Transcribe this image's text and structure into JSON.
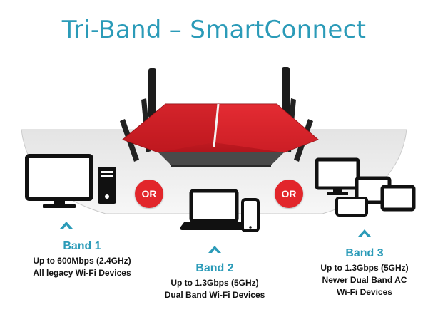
{
  "title": "Tri-Band – SmartConnect",
  "or_label": "OR",
  "colors": {
    "accent": "#2b9bb8",
    "router_red": "#d41f26",
    "or_red": "#e2262b",
    "arc_grey": "#d9d9d9"
  },
  "bands": [
    {
      "name": "Band 1",
      "line1": "Up to 600Mbps (2.4GHz)",
      "line2": "All legacy Wi-Fi Devices",
      "icon": "desktop-computer-icon"
    },
    {
      "name": "Band 2",
      "line1": "Up to 1.3Gbps (5GHz)",
      "line2": "Dual Band Wi-Fi Devices",
      "icon": "laptop-phone-icon"
    },
    {
      "name": "Band 3",
      "line1": "Up to 1.3Gbps (5GHz)",
      "line2": "Newer Dual Band AC",
      "line3": "Wi-Fi Devices",
      "icon": "monitor-tablets-icon"
    }
  ]
}
